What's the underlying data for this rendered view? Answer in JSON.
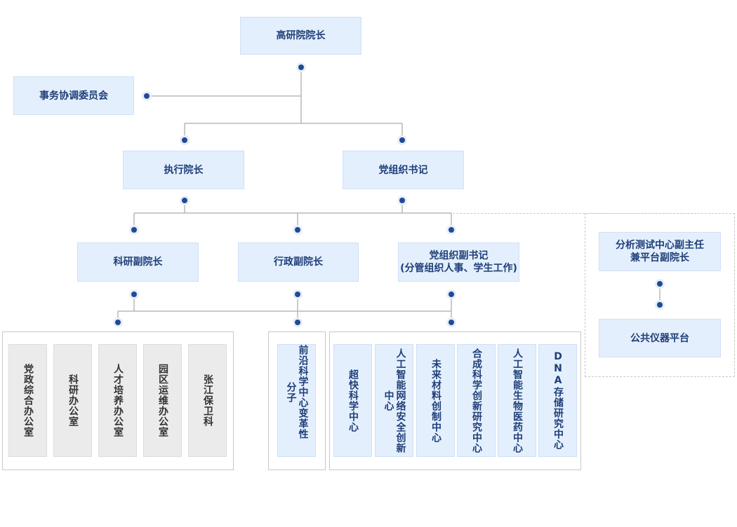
{
  "nodes": {
    "president": "高研院院长",
    "affairs_committee": "事务协调委员会",
    "executive_president": "执行院长",
    "party_secretary": "党组织书记",
    "research_vp": "科研副院长",
    "admin_vp": "行政副院长",
    "deputy_secretary_line1": "党组织副书记",
    "deputy_secretary_line2": "(分管组织人事、学生工作)",
    "analysis_vp_line1": "分析测试中心副主任",
    "analysis_vp_line2": "兼平台副院长",
    "instrument_platform": "公共仪器平台"
  },
  "offices": [
    "党政综合办公室",
    "科研办公室",
    "人才培养办公室",
    "园区运维办公室",
    "张江保卫科"
  ],
  "frontier_center": "前沿科学中心变革性分子",
  "research_centers": [
    "超快科学中心",
    "人工智能网络安全创新中心",
    "未来材料创制中心",
    "合成科学创新研究中心",
    "人工智能生物医药中心",
    "DNA存储研究中心"
  ]
}
